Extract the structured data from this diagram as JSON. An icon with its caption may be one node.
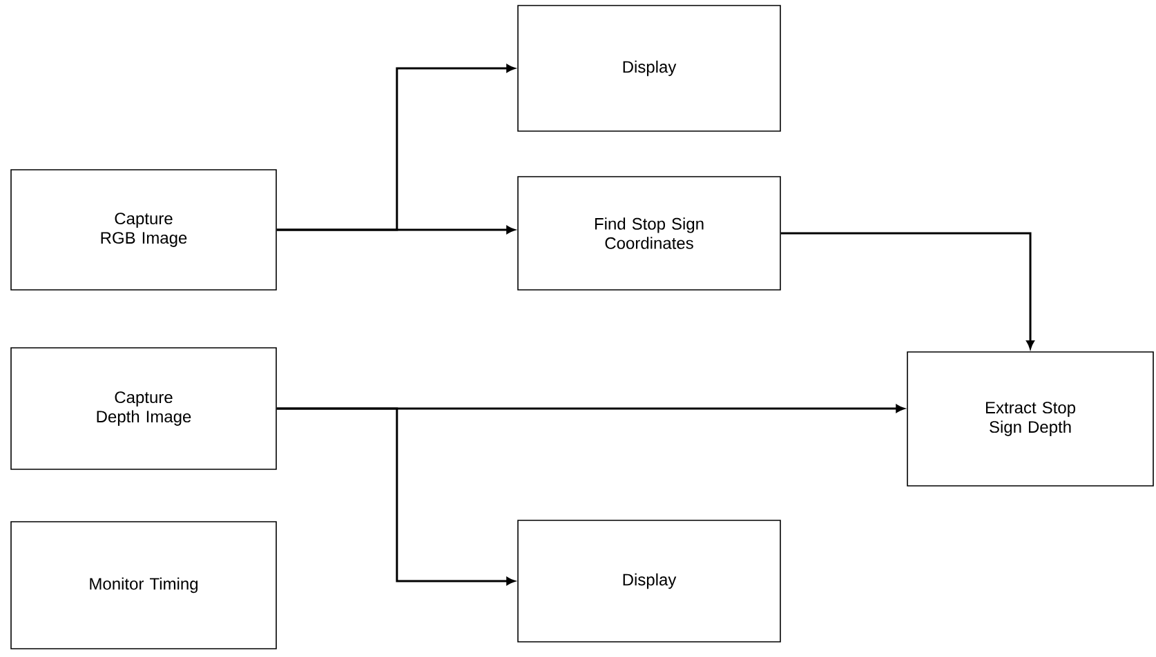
{
  "diagram": {
    "nodes": [
      {
        "text": [
          "Capture RGB Image"
        ]
      },
      {
        "text": [
          "Capture Depth Image"
        ]
      },
      {
        "text": [
          "Monitor Timing"
        ]
      },
      {
        "text": [
          "Display"
        ]
      },
      {
        "text": [
          "Find Stop Sign Coordinates"
        ]
      },
      {
        "text": [
          "Display"
        ]
      },
      {
        "text": [
          "Extract Stop Sign Depth"
        ]
      }
    ],
    "edges": [
      {
        "from": 0,
        "to": 3,
        "arrow": "to"
      },
      {
        "from": 0,
        "to": 4,
        "arrow": "to"
      },
      {
        "from": 4,
        "to": 6,
        "arrow": "to"
      },
      {
        "from": 1,
        "to": 6,
        "arrow": "to"
      },
      {
        "from": 1,
        "to": 5,
        "arrow": "to"
      }
    ]
  }
}
